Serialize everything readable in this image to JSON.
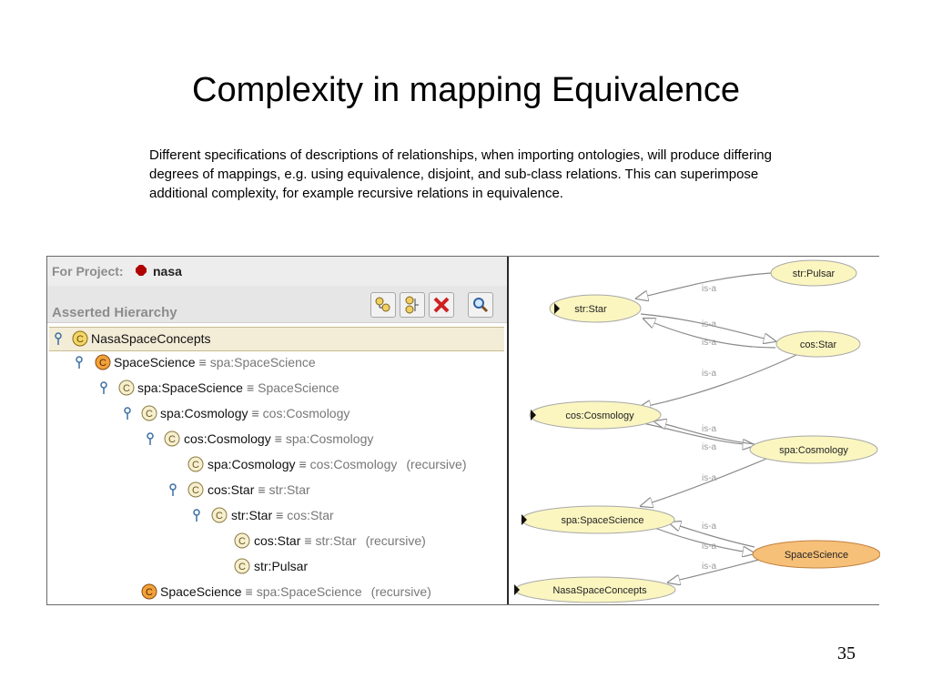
{
  "slide": {
    "title": "Complexity in mapping Equivalence",
    "body": "Different specifications of descriptions of relationships, when importing ontologies,  will produce differing degrees of mappings, e.g. using equivalence, disjoint, and sub-class relations.  This can superimpose additional complexity, for example recursive relations in equivalence.",
    "page_number": "35"
  },
  "protege": {
    "project_label": "For Project:",
    "project_name": "nasa",
    "hierarchy_label": "Asserted Hierarchy",
    "toolbar_icons": [
      "create-subclass-icon",
      "create-sibling-class-icon",
      "delete-class-icon",
      "find-class-icon"
    ],
    "equiv_symbol": "≡",
    "rows": [
      {
        "name": "NasaSpaceConcepts",
        "equiv": "",
        "tag": ""
      },
      {
        "name": "SpaceScience",
        "equiv": "spa:SpaceScience",
        "tag": ""
      },
      {
        "name": "spa:SpaceScience",
        "equiv": "SpaceScience",
        "tag": ""
      },
      {
        "name": "spa:Cosmology",
        "equiv": "cos:Cosmology",
        "tag": ""
      },
      {
        "name": "cos:Cosmology",
        "equiv": "spa:Cosmology",
        "tag": ""
      },
      {
        "name": "spa:Cosmology",
        "equiv": "cos:Cosmology",
        "tag": "(recursive)"
      },
      {
        "name": "cos:Star",
        "equiv": "str:Star",
        "tag": ""
      },
      {
        "name": "str:Star",
        "equiv": "cos:Star",
        "tag": ""
      },
      {
        "name": "cos:Star",
        "equiv": "str:Star",
        "tag": "(recursive)"
      },
      {
        "name": "str:Pulsar",
        "equiv": "",
        "tag": ""
      },
      {
        "name": "SpaceScience",
        "equiv": "spa:SpaceScience",
        "tag": "(recursive)"
      }
    ]
  },
  "graph": {
    "edge_label": "is-a",
    "nodes": {
      "str_pulsar": "str:Pulsar",
      "str_star": "str:Star",
      "cos_star": "cos:Star",
      "cos_cosmology": "cos:Cosmology",
      "spa_cosmology": "spa:Cosmology",
      "spa_spacescience": "spa:SpaceScience",
      "spacescience": "SpaceScience",
      "nasaspaceconcepts": "NasaSpaceConcepts"
    },
    "colors": {
      "node_fill": "#fbf6c0",
      "highlight_fill": "#f7c078",
      "edge": "#8a8a8a"
    }
  }
}
